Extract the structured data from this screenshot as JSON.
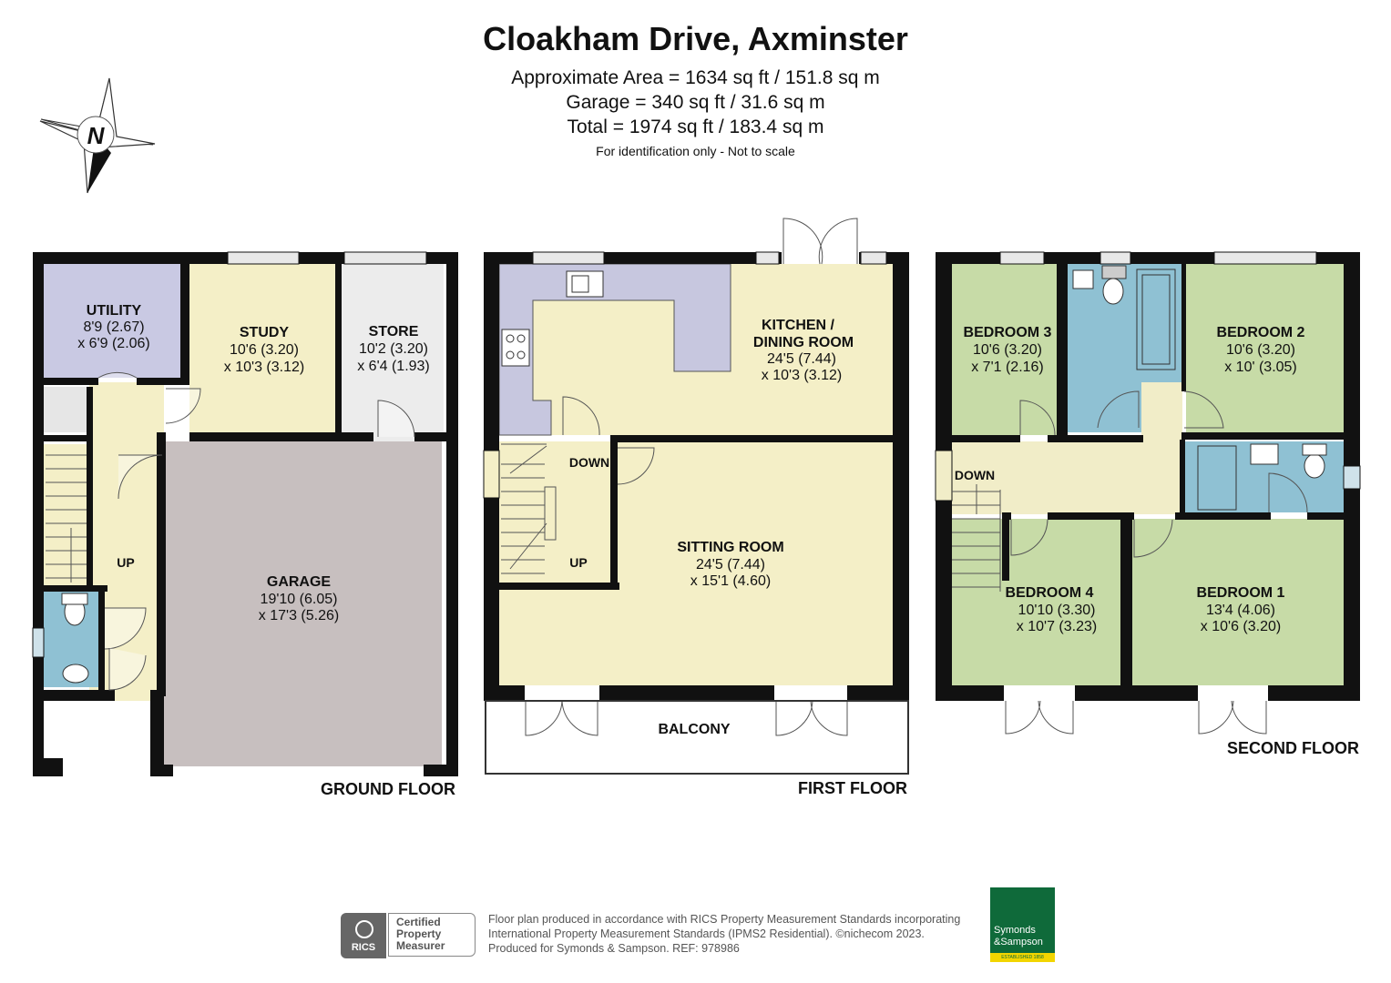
{
  "header": {
    "title": "Cloakham Drive, Axminster",
    "area_line": "Approximate Area = 1634 sq ft / 151.8 sq m",
    "garage_line": "Garage = 340 sq ft / 31.6 sq m",
    "total_line": "Total = 1974 sq ft / 183.4 sq m",
    "note": "For identification only - Not to scale"
  },
  "compass": {
    "label": "N",
    "icon": "compass-rose-icon"
  },
  "floors": {
    "ground": {
      "label": "GROUND FLOOR",
      "rooms": {
        "utility": {
          "name": "UTILITY",
          "dim1": "8'9 (2.67)",
          "dim2": "x 6'9 (2.06)"
        },
        "study": {
          "name": "STUDY",
          "dim1": "10'6 (3.20)",
          "dim2": "x 10'3 (3.12)"
        },
        "store": {
          "name": "STORE",
          "dim1": "10'2 (3.20)",
          "dim2": "x 6'4 (1.93)"
        },
        "garage": {
          "name": "GARAGE",
          "dim1": "19'10 (6.05)",
          "dim2": "x 17'3 (5.26)"
        }
      },
      "stairs_label": "UP"
    },
    "first": {
      "label": "FIRST FLOOR",
      "rooms": {
        "kitchen": {
          "name1": "KITCHEN /",
          "name2": "DINING ROOM",
          "dim1": "24'5 (7.44)",
          "dim2": "x 10'3 (3.12)"
        },
        "sitting": {
          "name": "SITTING ROOM",
          "dim1": "24'5 (7.44)",
          "dim2": "x 15'1 (4.60)"
        },
        "balcony": {
          "name": "BALCONY"
        }
      },
      "stairs_down": "DOWN",
      "stairs_up": "UP"
    },
    "second": {
      "label": "SECOND FLOOR",
      "rooms": {
        "bedroom3": {
          "name": "BEDROOM 3",
          "dim1": "10'6 (3.20)",
          "dim2": "x 7'1 (2.16)"
        },
        "bedroom2": {
          "name": "BEDROOM 2",
          "dim1": "10'6 (3.20)",
          "dim2": "x 10' (3.05)"
        },
        "bedroom4": {
          "name": "BEDROOM 4",
          "dim1": "10'10 (3.30)",
          "dim2": "x 10'7 (3.23)"
        },
        "bedroom1": {
          "name": "BEDROOM 1",
          "dim1": "13'4 (4.06)",
          "dim2": "x 10'6 (3.20)"
        }
      },
      "stairs_down": "DOWN"
    }
  },
  "colors": {
    "wall": "#111111",
    "utility": "#c9c9e3",
    "study": "#f4efc7",
    "store": "#ececec",
    "garage": "#c7bfbf",
    "hall": "#f4efc7",
    "bathroom": "#8fc1d3",
    "kitchen_counter": "#c7c7df",
    "bedroom": "#c7dba7",
    "landing": "#f1edc8",
    "brand_green": "#0f6a3a",
    "brand_yellow": "#f2d500"
  },
  "footer": {
    "line1": "Floor plan produced in accordance with RICS Property Measurement Standards incorporating",
    "line2": "International Property Measurement Standards (IPMS2 Residential).   ©nichecom 2023.",
    "line3": "Produced for Symonds & Sampson.   REF:  978986",
    "rics_text": "RICS",
    "cert1": "Certified",
    "cert2": "Property",
    "cert3": "Measurer",
    "brand1": "Symonds",
    "brand2": "&Sampson",
    "brand3": "ESTABLISHED 1858"
  }
}
